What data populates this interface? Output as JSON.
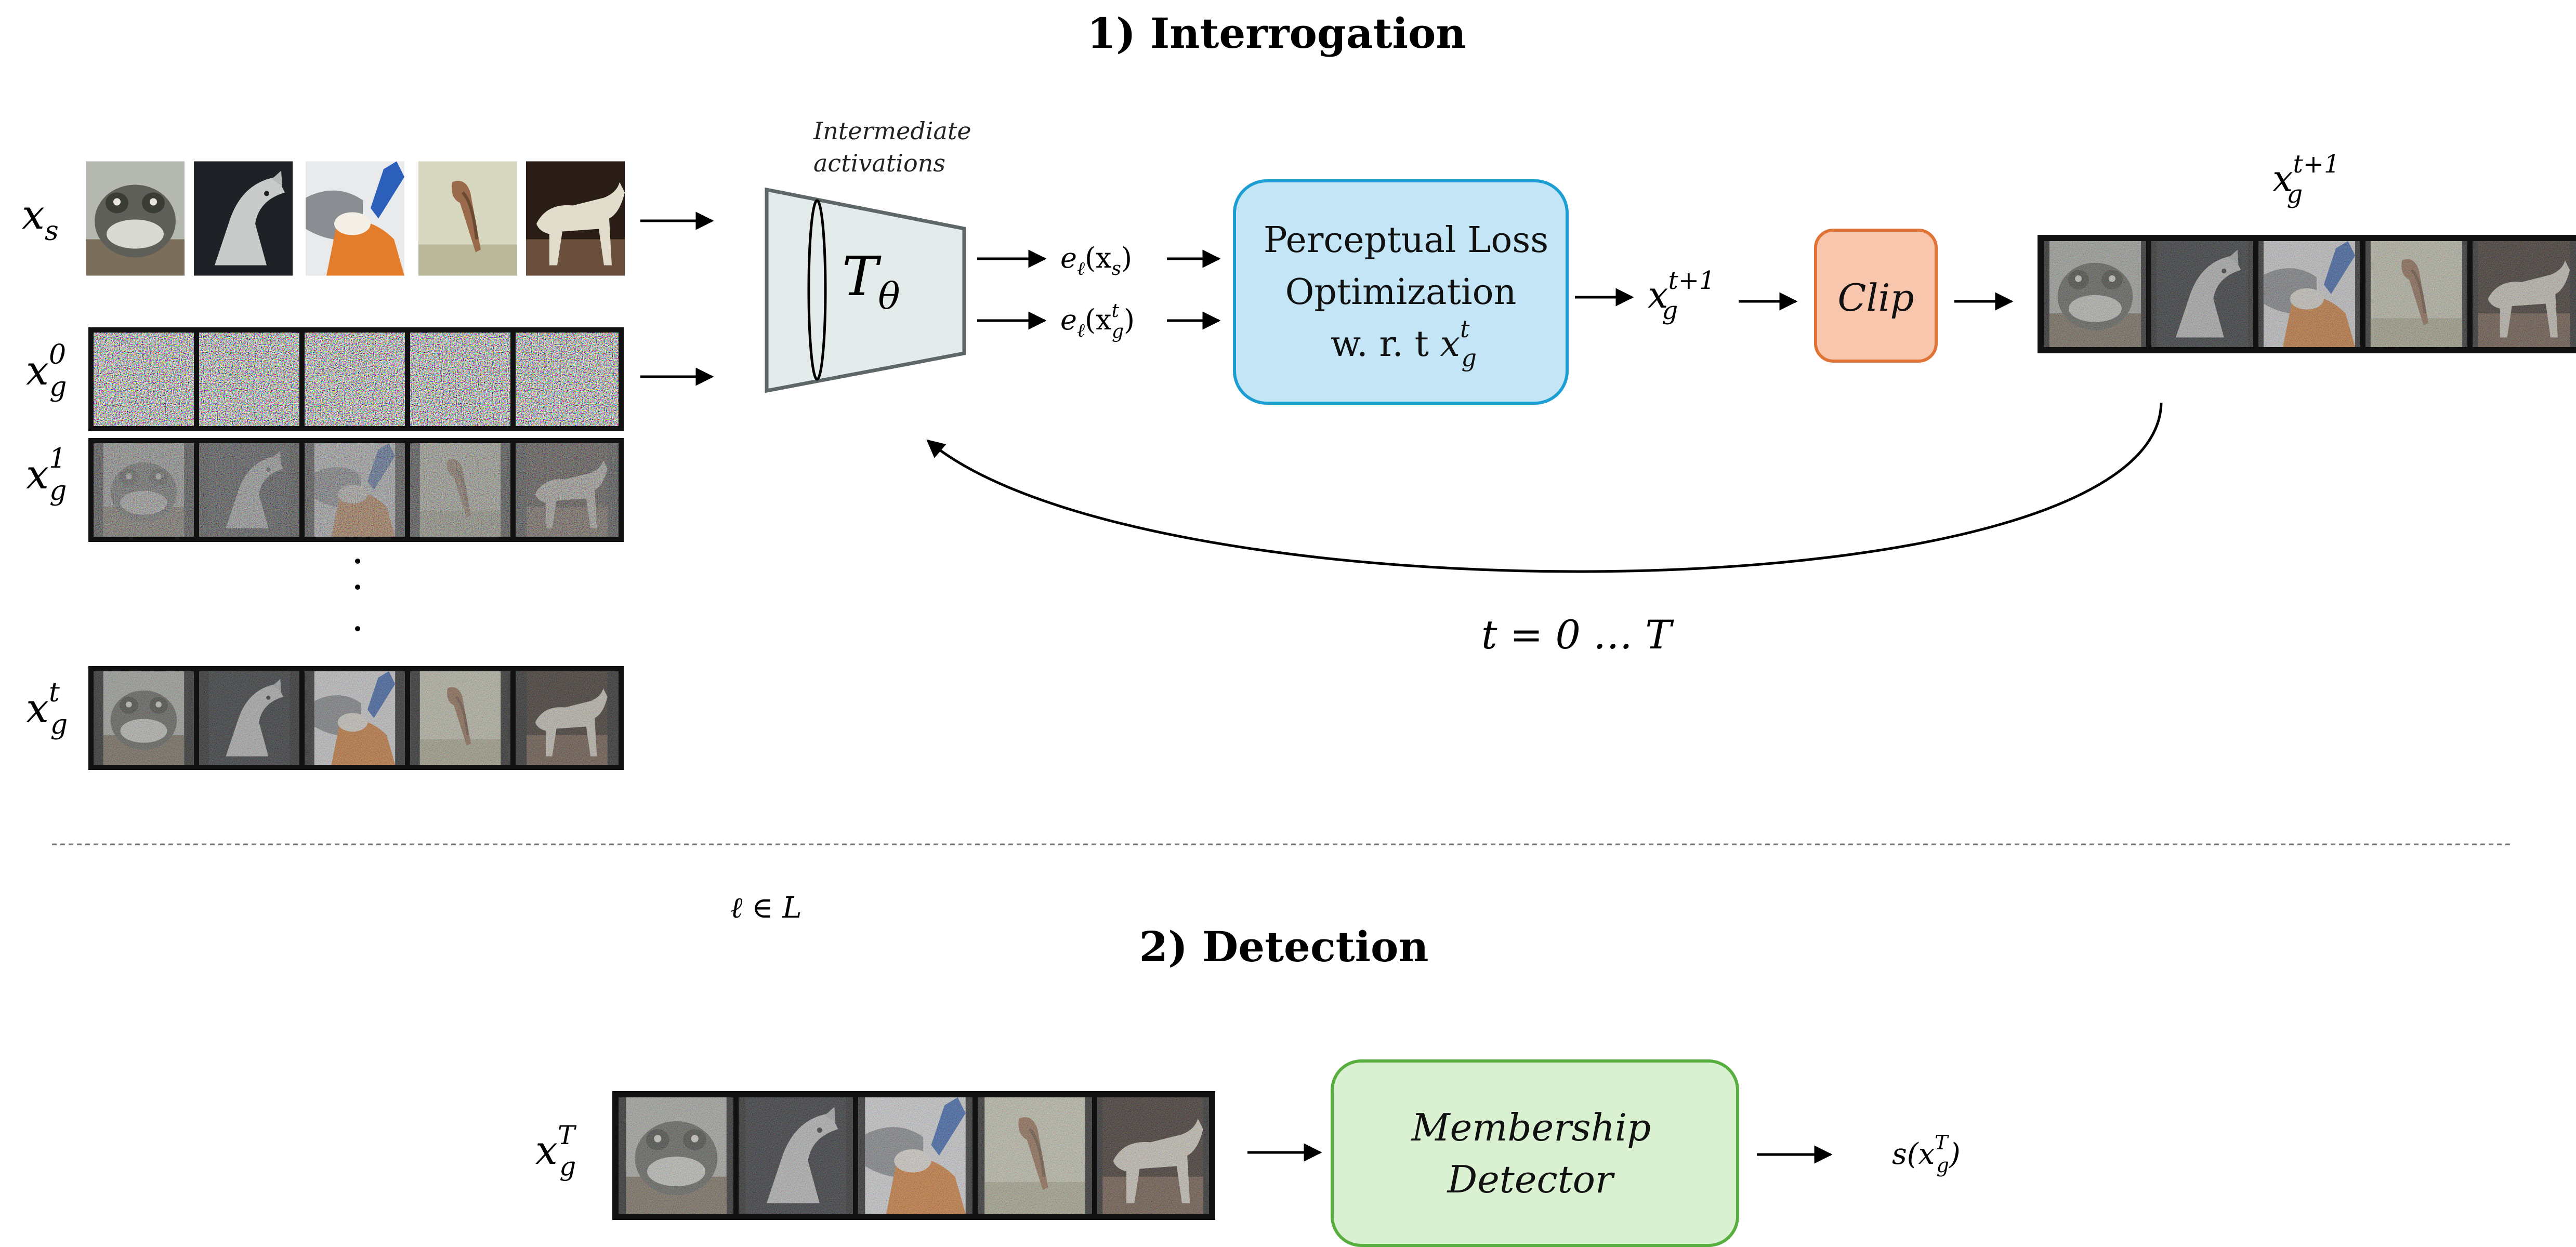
{
  "interrogation": {
    "title_num": "1",
    "title_rest": ") Interrogation",
    "xs": {
      "base": "x",
      "sub": "s"
    },
    "xg0": {
      "base": "x",
      "sub": "g",
      "sup": "0"
    },
    "xg1": {
      "base": "x",
      "sub": "g",
      "sup": "1"
    },
    "xgt": {
      "base": "x",
      "sub": "g",
      "sup": "t"
    },
    "ellipsis": "⋮",
    "activations_note_line1": "Intermediate",
    "activations_note_line2": "activations",
    "model": {
      "base": "T",
      "sub": "θ"
    },
    "emb_source": {
      "base": "e",
      "sub": "ℓ",
      "arg": "(x",
      "arg_sub": "s",
      "arg_close": ")"
    },
    "emb_generated": {
      "base": "e",
      "sub": "ℓ",
      "arg": "(x",
      "arg_sub": "g",
      "arg_sup": "t",
      "arg_close": ")"
    },
    "optimizer": {
      "line1": "Perceptual Loss",
      "line2": "Optimization",
      "line3_prefix": "w. r. t ",
      "line3_var": "x",
      "line3_sub": "g",
      "line3_sup": "t"
    },
    "xg_next": {
      "base": "x",
      "sub": "g",
      "sup": "t+1"
    },
    "clip_label": "Clip",
    "output_label": {
      "base": "x",
      "sub": "g",
      "sup": "t+1"
    },
    "loop_label": "t = 0 … T"
  },
  "layer_note": "ℓ ∈ L",
  "detection": {
    "title_num": "2",
    "title_rest": ") Detection",
    "input_label": {
      "base": "x",
      "sub": "g",
      "sup": "T"
    },
    "detector_line1": "Membership",
    "detector_line2": "Detector",
    "score": {
      "base": "s(x",
      "sub": "g",
      "sup": "T",
      "close": ")"
    }
  },
  "colors": {
    "optimizer_fill": "#c3e5f6",
    "optimizer_stroke": "#1c9ed3",
    "clip_fill": "#f7c6ad",
    "clip_stroke": "#e07437",
    "detector_fill": "#d9f1d1",
    "detector_stroke": "#58ae3e",
    "model_fill": "#e4ebeb",
    "model_stroke": "#5e6767"
  },
  "icons": {
    "source_images": [
      "frog-photo",
      "horse-head-photo",
      "cat-photo",
      "bird-photo",
      "horse-photo"
    ],
    "arrow": "right-arrow",
    "feedback": "curved-feedback-arrow"
  }
}
